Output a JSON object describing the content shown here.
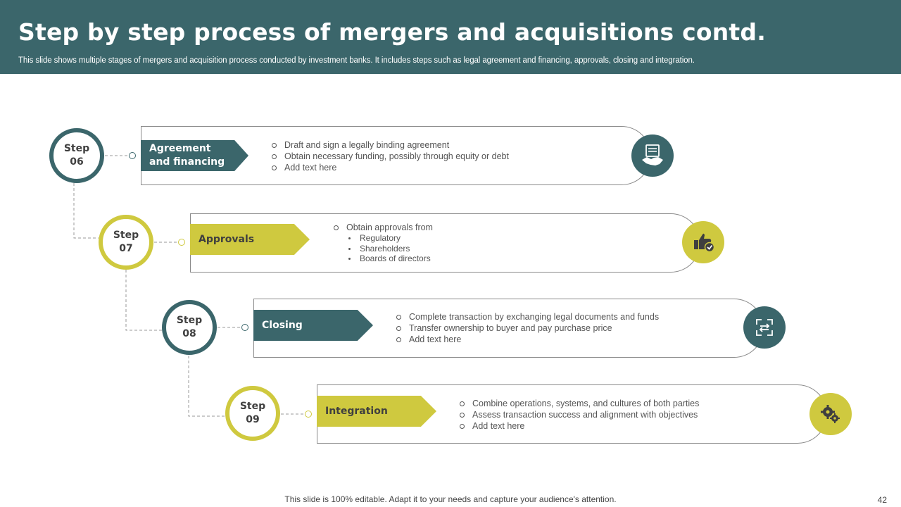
{
  "header": {
    "title": "Step by step process of mergers and acquisitions contd.",
    "subtitle": "This slide shows multiple stages of mergers and acquisition process conducted by investment banks. It includes steps such as legal agreement and financing, approvals, closing and integration."
  },
  "colors": {
    "teal": "#3b666b",
    "green": "#cfc93f"
  },
  "steps": [
    {
      "word": "Step",
      "number": "06",
      "label_line1": "Agreement",
      "label_line2": "and financing",
      "color": "teal",
      "bullets": [
        "Draft and sign a legally binding agreement",
        "Obtain necessary funding, possibly through equity or debt",
        "Add text here"
      ],
      "icon": "handshake-document-icon"
    },
    {
      "word": "Step",
      "number": "07",
      "label_line1": "Approvals",
      "label_line2": "",
      "color": "green",
      "bullets": [
        "Obtain approvals from"
      ],
      "sub_bullets": [
        "Regulatory",
        "Shareholders",
        "Boards of directors"
      ],
      "icon": "thumbs-up-check-icon"
    },
    {
      "word": "Step",
      "number": "08",
      "label_line1": "Closing",
      "label_line2": "",
      "color": "teal",
      "bullets": [
        "Complete transaction by exchanging legal documents and funds",
        "Transfer ownership to buyer and pay purchase price",
        "Add text here"
      ],
      "icon": "transfer-arrows-icon"
    },
    {
      "word": "Step",
      "number": "09",
      "label_line1": "Integration",
      "label_line2": "",
      "color": "green",
      "bullets": [
        "Combine operations, systems, and cultures of both parties",
        "Assess transaction success and alignment with objectives",
        "Add text here"
      ],
      "icon": "gears-icon"
    }
  ],
  "footer": {
    "note": "This slide is 100% editable. Adapt it to your needs and capture your audience's attention.",
    "page": "42"
  }
}
